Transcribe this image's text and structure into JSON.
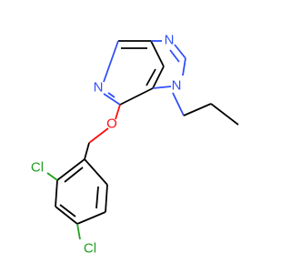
{
  "molecule": {
    "atoms": {
      "n_pyridine": "N",
      "n_imidazole_top": "N",
      "n_imidazole_propyl": "N",
      "o_ether": "O",
      "cl_ortho": "Cl",
      "cl_para": "Cl"
    },
    "colors": {
      "carbon_bond": "#000000",
      "nitrogen": "#3050F8",
      "oxygen": "#FF0D0D",
      "chlorine": "#1FA01F",
      "background": "#FFFFFF"
    }
  }
}
